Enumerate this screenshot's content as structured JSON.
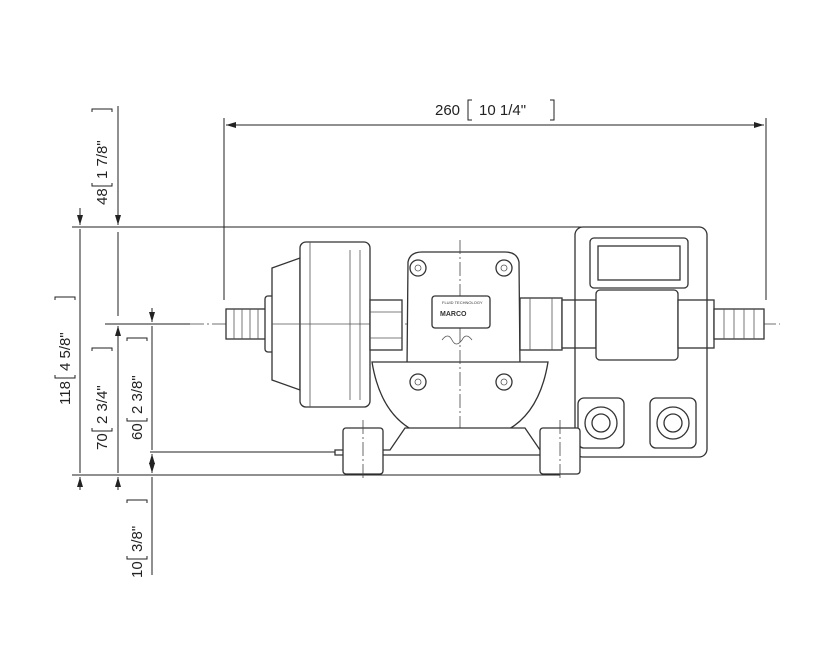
{
  "dimensions": {
    "width": {
      "mm": "260",
      "inch": "10 1/4\""
    },
    "top_offset": {
      "mm": "48",
      "inch": "1 7/8\""
    },
    "overall_height": {
      "mm": "118",
      "inch": "4 5/8\""
    },
    "outlet_height": {
      "mm": "70",
      "inch": "2 3/4\""
    },
    "port_height": {
      "mm": "60",
      "inch": "2 3/8\""
    },
    "base_offset": {
      "mm": "10",
      "inch": "3/8\""
    }
  },
  "logo": {
    "brand": "MARCO",
    "tagline": "FLUID TECHNOLOGY"
  }
}
